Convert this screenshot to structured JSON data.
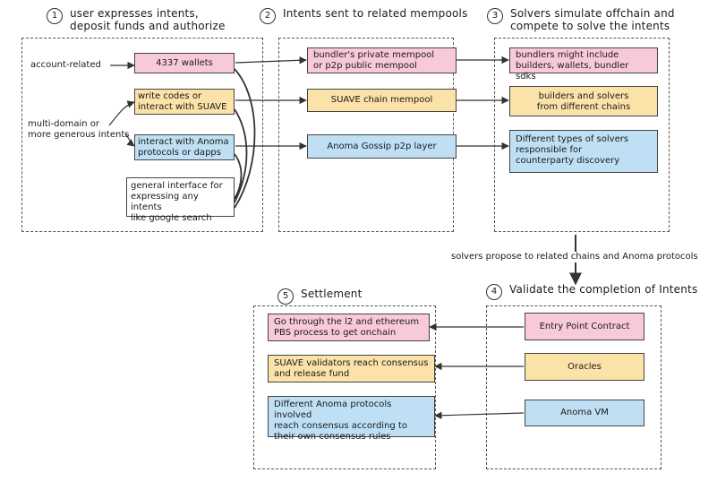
{
  "steps": [
    {
      "num": "1",
      "title_1": "user expresses intents,",
      "title_2": "deposit funds and authorize"
    },
    {
      "num": "2",
      "title_1": "Intents sent to related mempools"
    },
    {
      "num": "3",
      "title_1": "Solvers simulate offchain and",
      "title_2": "compete to solve the intents"
    },
    {
      "num": "4",
      "title_1": "Validate the completion of Intents"
    },
    {
      "num": "5",
      "title_1": "Settlement"
    }
  ],
  "side_labels": {
    "account_related": "account-related",
    "multi_domain_1": "multi-domain or",
    "multi_domain_2": "more generous intents",
    "solvers_propose": "solvers propose to related chains and Anoma protocols"
  },
  "user_boxes": {
    "wallets": "4337 wallets",
    "suave_1": "write codes or",
    "suave_2": "interact with SUAVE",
    "anoma_1": "interact with Anoma",
    "anoma_2": "protocols or dapps",
    "general_1": "general interface for",
    "general_2": "expressing any intents",
    "general_3": "like google search"
  },
  "mempool_boxes": {
    "bundler_1": "bundler's private mempool",
    "bundler_2": "or p2p public mempool",
    "suave": "SUAVE chain mempool",
    "anoma": "Anoma Gossip p2p layer"
  },
  "solver_boxes": {
    "bundlers_1": "bundlers might include",
    "bundlers_2": "builders, wallets, bundler sdks",
    "builders_1": "builders and solvers",
    "builders_2": "from different chains",
    "anoma_1": "Different types of solvers",
    "anoma_2": "responsible for",
    "anoma_3": "counterparty discovery"
  },
  "validate_boxes": {
    "entry": "Entry Point Contract",
    "oracles": "Oracles",
    "anoma_vm": "Anoma VM"
  },
  "settlement_boxes": {
    "l2_1": "Go through the l2 and ethereum",
    "l2_2": "PBS process to get onchain",
    "suave_1": "SUAVE validators reach consensus",
    "suave_2": "and release fund",
    "anoma_1": "Different Anoma protocols involved",
    "anoma_2": "reach consensus according to",
    "anoma_3": "their own consensus rules"
  },
  "colors": {
    "pink": "#f8c9d9",
    "yellow": "#fbe2a8",
    "blue": "#bfe0f4"
  }
}
